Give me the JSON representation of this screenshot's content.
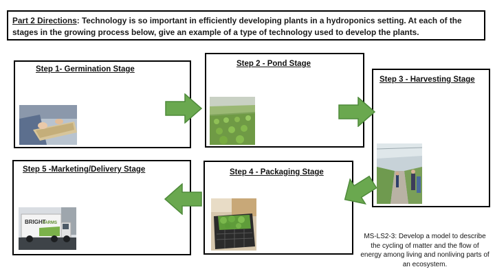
{
  "directions": {
    "lead": "Part 2 Directions",
    "text": ":  Technology is so important in efficiently developing plants in a hydroponics setting.  At each of the stages in the growing process below, give an example of a type of technology used to develop the plants."
  },
  "stages": [
    {
      "title": "Step 1- Germination Stage"
    },
    {
      "title": "Step 2 - Pond Stage"
    },
    {
      "title": "Step 3 - Harvesting Stage"
    },
    {
      "title": "Step 4 - Packaging Stage"
    },
    {
      "title": "Step 5 -Marketing/Delivery Stage"
    }
  ],
  "truck_text": {
    "brand": "BRIGHT",
    "brand2": "FARMS"
  },
  "standard": "MS-LS2-3:  Develop a model to describe the cycling of matter and the flow of energy among living and nonliving parts of an ecosystem.",
  "colors": {
    "arrow": "#6aa84f",
    "arrow_stroke": "#4e8a3a",
    "border": "#000000"
  }
}
